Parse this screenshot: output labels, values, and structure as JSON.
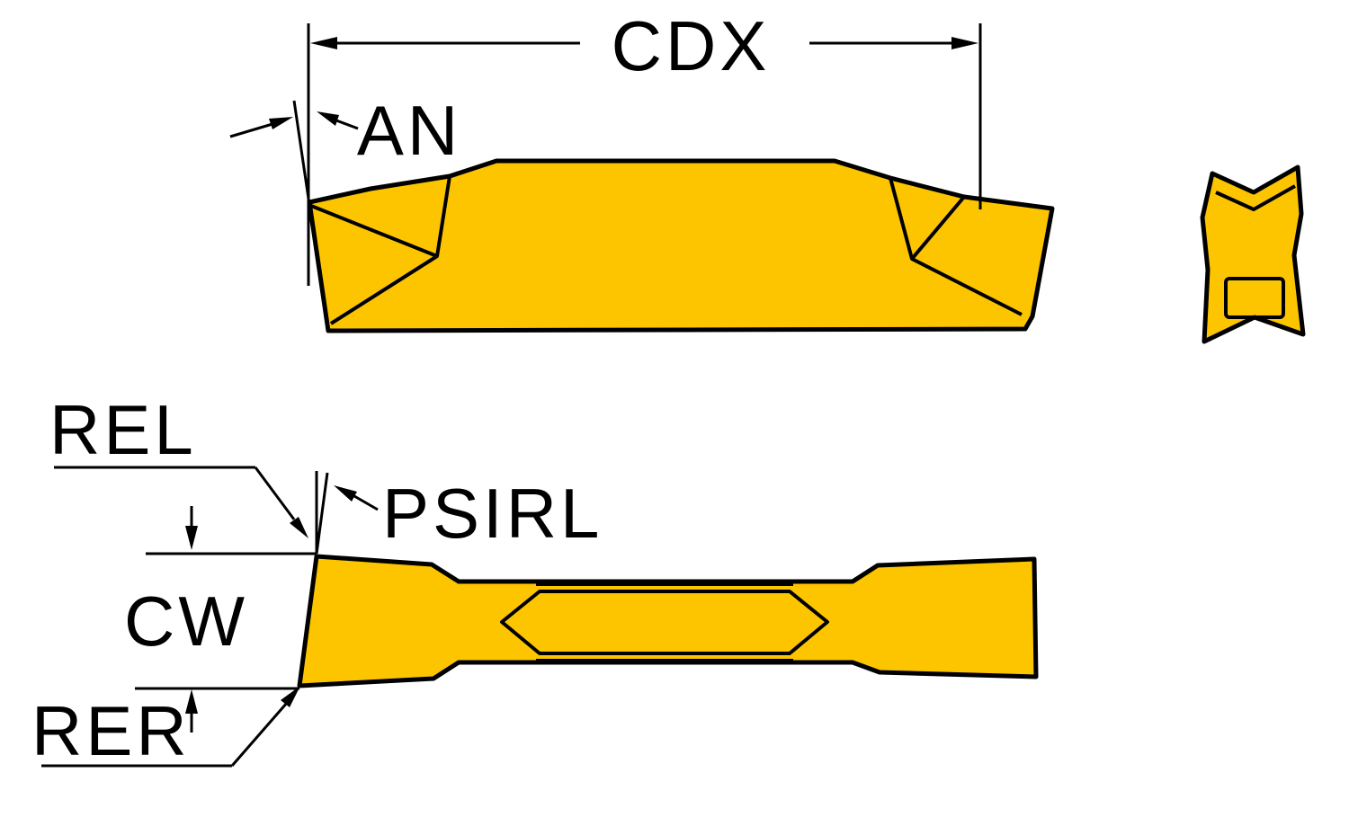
{
  "diagram": {
    "labels": {
      "cdx": "CDX",
      "an": "AN",
      "rel": "REL",
      "psirl": "PSIRL",
      "cw": "CW",
      "rer": "RER"
    },
    "colors": {
      "insert_fill": "#FDC500",
      "outline": "#000000",
      "background": "#FFFFFF"
    }
  }
}
